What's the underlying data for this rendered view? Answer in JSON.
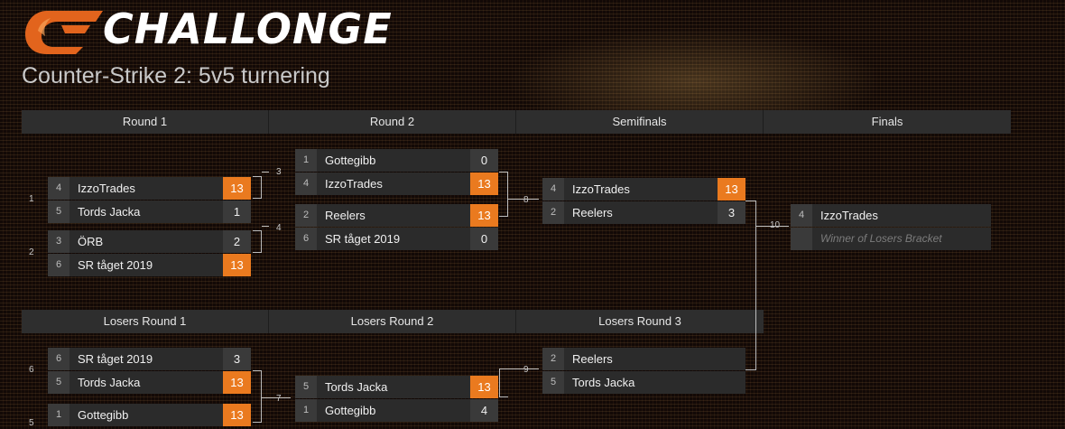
{
  "brand": {
    "name": "CHALLONGE",
    "accent_color": "#ea7a1f",
    "logo_icon": "challonge-flame-icon"
  },
  "tournament": {
    "title": "Counter-Strike 2: 5v5 turnering"
  },
  "winners_bracket": {
    "rounds": [
      "Round 1",
      "Round 2",
      "Semifinals",
      "Finals"
    ],
    "matches": [
      {
        "id": "1",
        "players": [
          {
            "seed": "4",
            "name": "IzzoTrades",
            "score": "13",
            "win": true
          },
          {
            "seed": "5",
            "name": "Tords Jacka",
            "score": "1",
            "win": false
          }
        ]
      },
      {
        "id": "2",
        "players": [
          {
            "seed": "3",
            "name": "ÖRB",
            "score": "2",
            "win": false
          },
          {
            "seed": "6",
            "name": "SR tåget 2019",
            "score": "13",
            "win": true
          }
        ]
      },
      {
        "id": "3",
        "players": [
          {
            "seed": "1",
            "name": "Gottegibb",
            "score": "0",
            "win": false
          },
          {
            "seed": "4",
            "name": "IzzoTrades",
            "score": "13",
            "win": true
          }
        ]
      },
      {
        "id": "4",
        "players": [
          {
            "seed": "2",
            "name": "Reelers",
            "score": "13",
            "win": true
          },
          {
            "seed": "6",
            "name": "SR tåget 2019",
            "score": "0",
            "win": false
          }
        ]
      },
      {
        "id": "8",
        "players": [
          {
            "seed": "4",
            "name": "IzzoTrades",
            "score": "13",
            "win": true
          },
          {
            "seed": "2",
            "name": "Reelers",
            "score": "3",
            "win": false
          }
        ]
      },
      {
        "id": "10",
        "players": [
          {
            "seed": "4",
            "name": "IzzoTrades"
          },
          {
            "seed": "",
            "name": "Winner of Losers Bracket"
          }
        ]
      }
    ]
  },
  "losers_bracket": {
    "rounds": [
      "Losers Round 1",
      "Losers Round 2",
      "Losers Round 3"
    ],
    "matches": [
      {
        "id": "6",
        "players": [
          {
            "seed": "6",
            "name": "SR tåget 2019",
            "score": "3",
            "win": false
          },
          {
            "seed": "5",
            "name": "Tords Jacka",
            "score": "13",
            "win": true
          }
        ]
      },
      {
        "id": "5",
        "players": [
          {
            "seed": "1",
            "name": "Gottegibb",
            "score": "13",
            "win": true
          }
        ]
      },
      {
        "id": "7",
        "players": [
          {
            "seed": "5",
            "name": "Tords Jacka",
            "score": "13",
            "win": true
          },
          {
            "seed": "1",
            "name": "Gottegibb",
            "score": "4",
            "win": false
          }
        ]
      },
      {
        "id": "9",
        "players": [
          {
            "seed": "2",
            "name": "Reelers"
          },
          {
            "seed": "5",
            "name": "Tords Jacka"
          }
        ]
      }
    ]
  }
}
